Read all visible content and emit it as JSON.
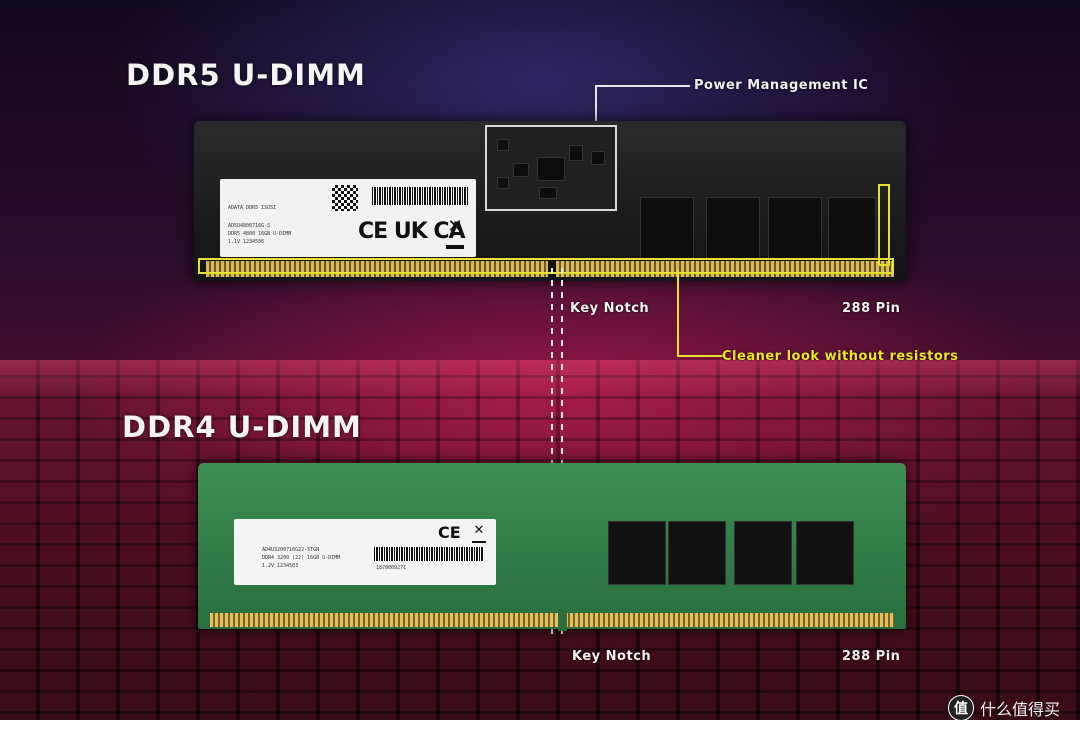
{
  "ddr5": {
    "title": "DDR5 U-DIMM",
    "annotations": {
      "pmic": "Power Management IC",
      "key_notch": "Key Notch",
      "pins": "288 Pin",
      "cleaner": "Cleaner look without resistors"
    },
    "label": {
      "brand_line": "ADATA DDR5 ISOSI",
      "part_line": "AD5U4800716G-S",
      "spec_line": "DDR5 4800 16GB U-DIMM",
      "volt_line": "1.1V  1234506",
      "cert": "CE UK CA"
    }
  },
  "ddr4": {
    "title": "DDR4 U-DIMM",
    "annotations": {
      "key_notch": "Key Notch",
      "pins": "288 Pin"
    },
    "label": {
      "part_line": "AD4U3200716G22-STGN",
      "spec_line": "DDR4 3200 (22) 16GB U-DIMM",
      "volt_line": "1.2V  1234503",
      "barcode_line": "1870009271",
      "cert": "CE"
    }
  },
  "watermark": {
    "icon": "值",
    "text": "什么值得买"
  },
  "colors": {
    "accent_yellow": "#e8e030",
    "pcb_green": "#2f7a44",
    "pcb_black": "#1b1b1d",
    "gold": "#d8b85a"
  }
}
